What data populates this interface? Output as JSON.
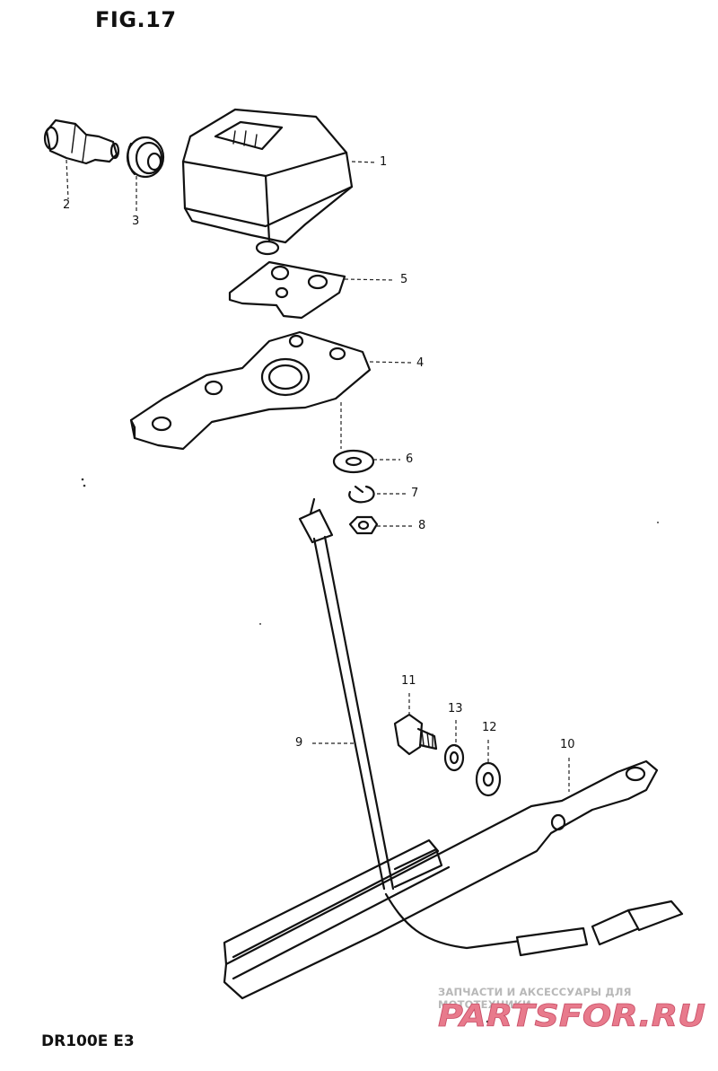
{
  "figure": {
    "title": "FIG.17",
    "model": "DR100E E3"
  },
  "callouts": [
    {
      "id": "1",
      "label": "1"
    },
    {
      "id": "2",
      "label": "2"
    },
    {
      "id": "3",
      "label": "3"
    },
    {
      "id": "4",
      "label": "4"
    },
    {
      "id": "5",
      "label": "5"
    },
    {
      "id": "6",
      "label": "6"
    },
    {
      "id": "7",
      "label": "7"
    },
    {
      "id": "8",
      "label": "8"
    },
    {
      "id": "9",
      "label": "9"
    },
    {
      "id": "10",
      "label": "10"
    },
    {
      "id": "11",
      "label": "11"
    },
    {
      "id": "12",
      "label": "12"
    },
    {
      "id": "13",
      "label": "13"
    }
  ],
  "watermark": {
    "subtitle": "ЗАПЧАСТИ И АКСЕССУАРЫ ДЛЯ МОТОТЕХНИКИ",
    "logo_text": "PARTSFOR.RU",
    "color": "#e87a8c"
  }
}
